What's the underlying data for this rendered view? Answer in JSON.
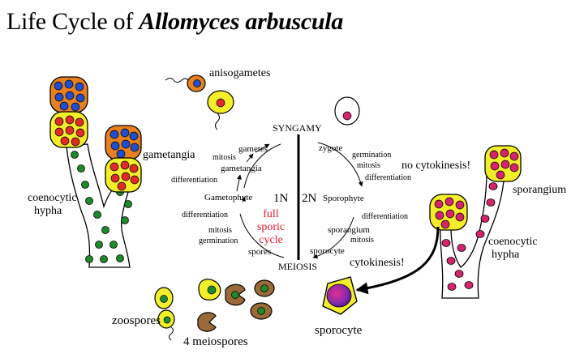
{
  "title": {
    "prefix": "Life Cycle of ",
    "species": "Allomyces arbuscula"
  },
  "cycle": {
    "syngamy": "SYNGAMY",
    "meiosis": "MEIOSIS",
    "haploid": "1N",
    "diploid": "2N",
    "center_lines": [
      "full",
      "sporic",
      "cycle"
    ]
  },
  "haploid_phase": {
    "gametes": "gametes",
    "mitosis_1": "mitosis",
    "gametangia_inner": "gametangia",
    "differentiation_1": "differentiation",
    "gametophyte": "Gametophyte",
    "differentiation_2": "differentiation",
    "mitosis_2": "mitosis",
    "germination": "germination",
    "spores": "spores"
  },
  "diploid_phase": {
    "zygote": "zygote",
    "germination": "germination",
    "mitosis_1": "mitosis",
    "differentiation_1": "differentiation",
    "sporophyte": "Sporophyte",
    "differentiation_2": "differentiation",
    "sporangium_inner": "sporangium",
    "mitosis_2": "mitosis",
    "sporocyte_inner": "sporocyte"
  },
  "labels": {
    "anisogametes": "anisogametes",
    "gametangia": "gametangia",
    "coenocytic_left": [
      "coenocytic",
      "hypha"
    ],
    "no_cytokinesis": "no cytokinesis!",
    "cytokinesis": "cytokinesis!",
    "sporangium": "sporangium",
    "coenocytic_right": [
      "coenocytic",
      "hypha"
    ],
    "zoospores": "zoospores",
    "meiospores": "4 meiospores",
    "sporocyte": "sporocyte"
  },
  "colors": {
    "haploid_nucleus": "#1f4fd0",
    "diploid_nucleus": "#d4246e",
    "mitotic_nucleus": "#e02b2b",
    "hypha_nucleus": "#1e8a2b",
    "gametangium_orange": "#e9801f",
    "gametangium_yellow": "#f3ee2a",
    "meiospore_brown": "#9b6a3b",
    "center_red": "#e5182b"
  }
}
